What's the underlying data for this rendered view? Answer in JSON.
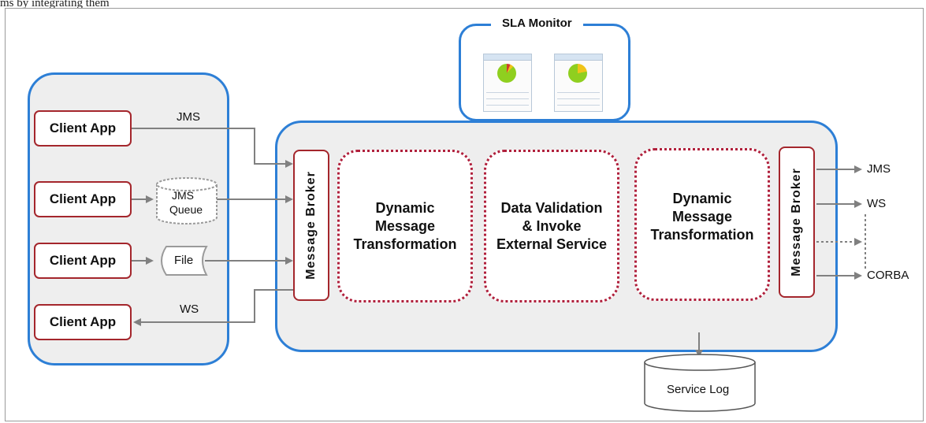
{
  "caption": "ms by integrating them",
  "client_apps": [
    "Client App",
    "Client App",
    "Client App",
    "Client App"
  ],
  "protocols_in": {
    "jms": "JMS",
    "ws": "WS"
  },
  "queue_label_1": "JMS",
  "queue_label_2": "Queue",
  "file_label": "File",
  "sla_monitor": "SLA Monitor",
  "broker_left": "Message Broker",
  "broker_right": "Message Broker",
  "stages": [
    [
      "Dynamic",
      "Message",
      "Transformation"
    ],
    [
      "Data Validation",
      "& Invoke",
      "External Service"
    ],
    [
      "Dynamic",
      "Message",
      "Transformation"
    ]
  ],
  "outputs": [
    "JMS",
    "WS",
    "CORBA"
  ],
  "service_log": "Service Log",
  "colors": {
    "panel_border": "#2d7fd6",
    "panel_fill": "#eeeeee",
    "box_border": "#a4262c",
    "dotted_border": "#b0203c"
  }
}
